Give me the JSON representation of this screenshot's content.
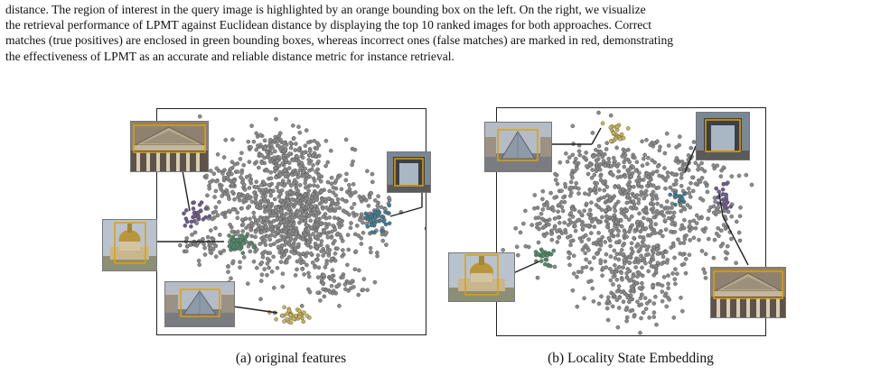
{
  "paragraph": {
    "line1": "distance. The region of interest in the query image is highlighted by an orange bounding box on the left. On the right, we visualize",
    "line2": "the retrieval performance of LPMT against Euclidean distance by displaying the top 10 ranked images for both approaches. Correct",
    "line3": "matches (true positives) are enclosed in green bounding boxes, whereas incorrect ones (false matches) are marked in red, demonstrating",
    "line4": "the effectiveness of LPMT as an accurate and reliable distance metric for instance retrieval."
  },
  "figures": [
    {
      "caption": "(a) original features"
    },
    {
      "caption": "(b) Locality State Embedding"
    }
  ],
  "colors": {
    "points_gray": "#8a8a8a",
    "cluster_purple": "#6d5a8e",
    "cluster_green": "#4e8a6c",
    "cluster_teal": "#3f7d94",
    "cluster_yellow": "#c8b45a",
    "highlight_orange": "#e0a000"
  }
}
